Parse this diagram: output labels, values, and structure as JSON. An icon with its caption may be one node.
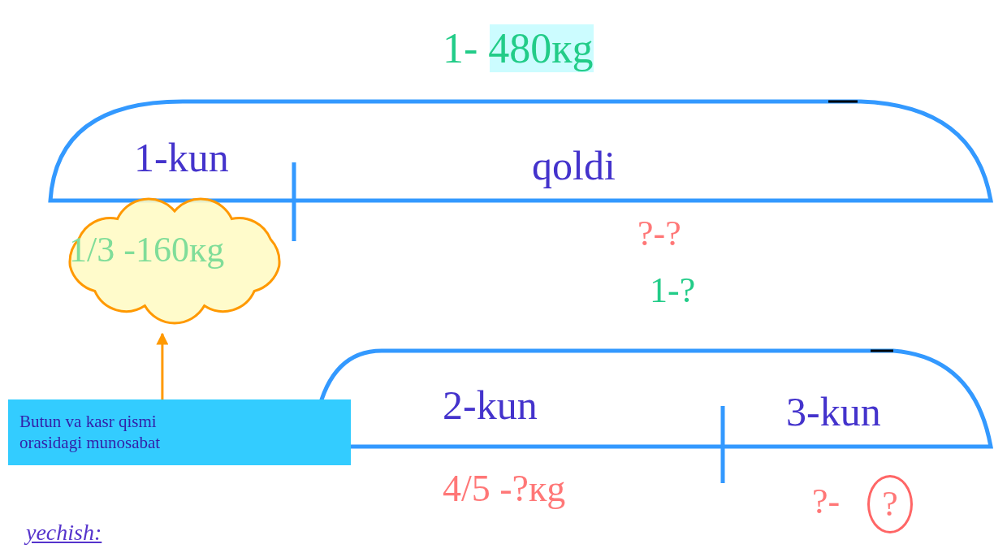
{
  "diagram": {
    "nodes": [
      {
        "text": [
          "1/3 -160кg"
        ]
      },
      {
        "text": [
          "Butun va kasr qismi orasidagi munosabat"
        ]
      },
      {
        "text": [
          "?"
        ]
      }
    ],
    "edges": [
      {
        "from": 1,
        "to": 0,
        "arrow": "to",
        "color": "#ff9900"
      }
    ],
    "labels": [
      "1- 480кg",
      "1-kun",
      "qoldi",
      "?-?",
      "1-?",
      "2-kun",
      "3-kun",
      "4/5 -?кg",
      "?-",
      "yechish:"
    ]
  }
}
